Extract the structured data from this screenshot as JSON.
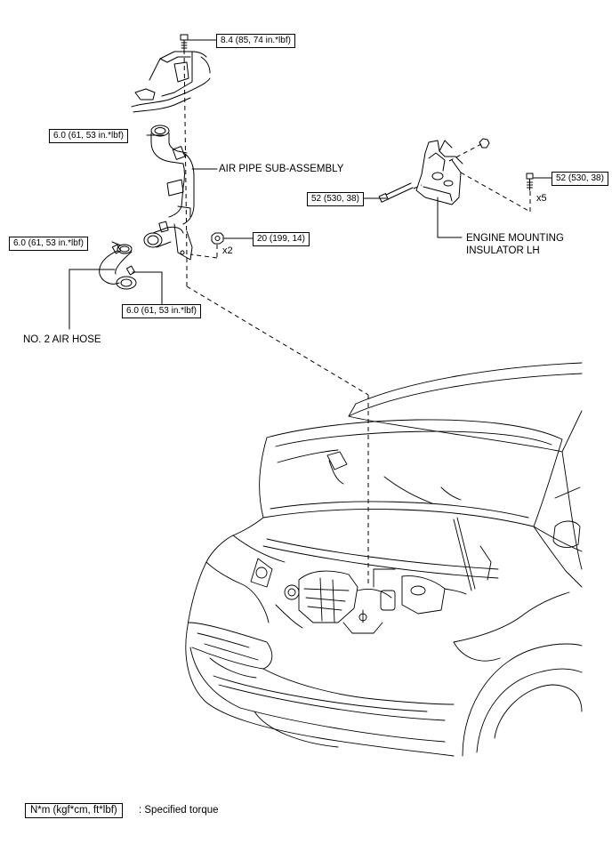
{
  "torques": {
    "t1": "8.4 (85, 74 in.*lbf)",
    "t2": "6.0 (61, 53 in.*lbf)",
    "t3": "6.0 (61, 53 in.*lbf)",
    "t4": "6.0 (61, 53 in.*lbf)",
    "t5": "20 (199, 14)",
    "t6": "52 (530, 38)",
    "t7": "52 (530, 38)"
  },
  "labels": {
    "air_pipe": "AIR PIPE SUB-ASSEMBLY",
    "no2_air_hose": "NO. 2 AIR HOSE",
    "engine_mount_line1": "ENGINE MOUNTING",
    "engine_mount_line2": "INSULATOR LH"
  },
  "quantities": {
    "nuts": "x2",
    "bolts": "x5"
  },
  "legend": {
    "unit": "N*m (kgf*cm, ft*lbf)",
    "description": ": Specified torque"
  }
}
